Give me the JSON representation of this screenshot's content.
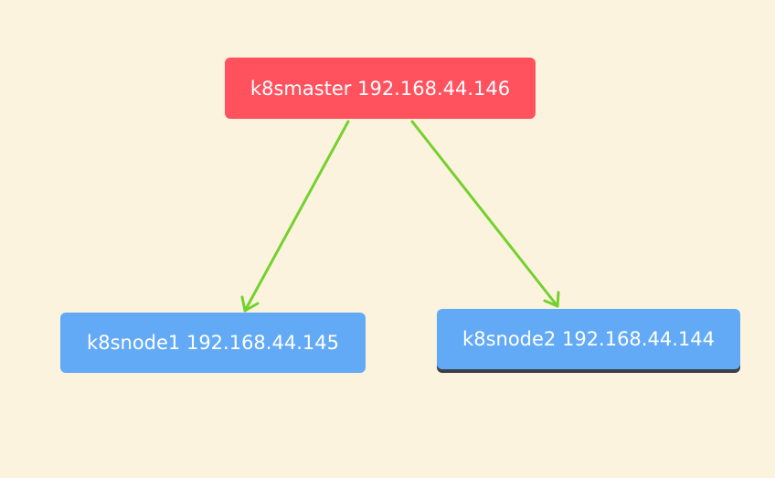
{
  "colors": {
    "background": "#fbf3de",
    "master": "#ff525e",
    "worker": "#63aaf6",
    "edge": "#74d12e",
    "selected_outline": "#3b4048"
  },
  "diagram": {
    "nodes": {
      "master": {
        "label": "k8smaster 192.168.44.146",
        "role": "master"
      },
      "node1": {
        "label": "k8snode1 192.168.44.145",
        "role": "worker"
      },
      "node2": {
        "label": "k8snode2 192.168.44.144",
        "role": "worker",
        "selected": true
      }
    },
    "edges": [
      {
        "from": "master",
        "to": "node1"
      },
      {
        "from": "master",
        "to": "node2"
      }
    ]
  }
}
